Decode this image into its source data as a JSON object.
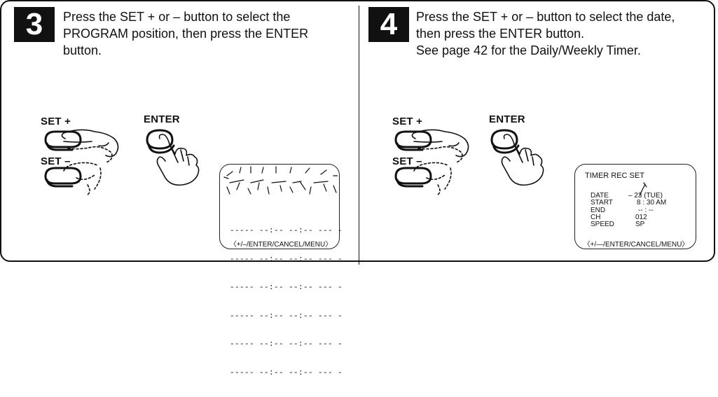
{
  "step3": {
    "number": "3",
    "lines": [
      "Press the SET + or – button to select the",
      "PROGRAM position, then press the ENTER",
      "button."
    ],
    "set_plus_label": "SET +",
    "set_minus_label": "SET –",
    "enter_label": "ENTER",
    "screen": {
      "rows": [
        "----- --:-- --:-- --- -",
        "----- --:-- --:-- --- -",
        "----- --:-- --:-- --- -",
        "----- --:-- --:-- --- -",
        "----- --:-- --:-- --- -",
        "----- --:-- --:-- --- -"
      ],
      "footer": "〈+/–/ENTER/CANCEL/MENU〉"
    }
  },
  "step4": {
    "number": "4",
    "lines": [
      "Press the SET + or – button to select the date,",
      "then press the ENTER button.",
      "See page 42 for the Daily/Weekly Timer."
    ],
    "set_plus_label": "SET +",
    "set_minus_label": "SET –",
    "enter_label": "ENTER",
    "screen": {
      "title": "TIMER REC SET",
      "fields": [
        {
          "label": "DATE",
          "value": "– 23 (TUE)"
        },
        {
          "label": "START",
          "value": "8 : 30 AM"
        },
        {
          "label": "END",
          "value": "-- : --"
        },
        {
          "label": "CH",
          "value": "012"
        },
        {
          "label": "SPEED",
          "value": "SP"
        }
      ],
      "footer": "〈+/—/ENTER/CANCEL/MENU〉"
    }
  }
}
